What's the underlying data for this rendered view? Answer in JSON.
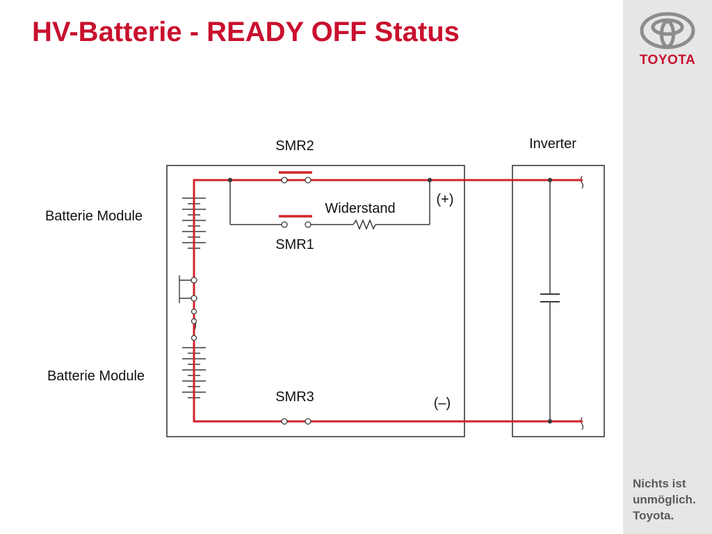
{
  "title": "HV-Batterie - READY OFF Status",
  "brand": {
    "name": "TOYOTA",
    "slogan_lines": [
      "Nichts ist",
      "unmöglich.",
      "Toyota."
    ]
  },
  "diagram": {
    "labels": {
      "smr2": "SMR2",
      "smr1": "SMR1",
      "smr3": "SMR3",
      "resistor": "Widerstand",
      "inverter": "Inverter",
      "battery_module_top": "Batterie Module",
      "battery_module_bottom": "Batterie Module",
      "positive": "(+)",
      "negative": "(–)"
    },
    "state": {
      "smr1": "open",
      "smr2": "open",
      "smr3": "open"
    }
  },
  "colors": {
    "title": "#c8102e",
    "active_circuit": "#d2232a",
    "wire": "#3a3a3a",
    "panel": "#e6e6e6",
    "slogan": "#5a5a5a"
  },
  "icons": {
    "logo": "toyota-emblem-icon"
  }
}
